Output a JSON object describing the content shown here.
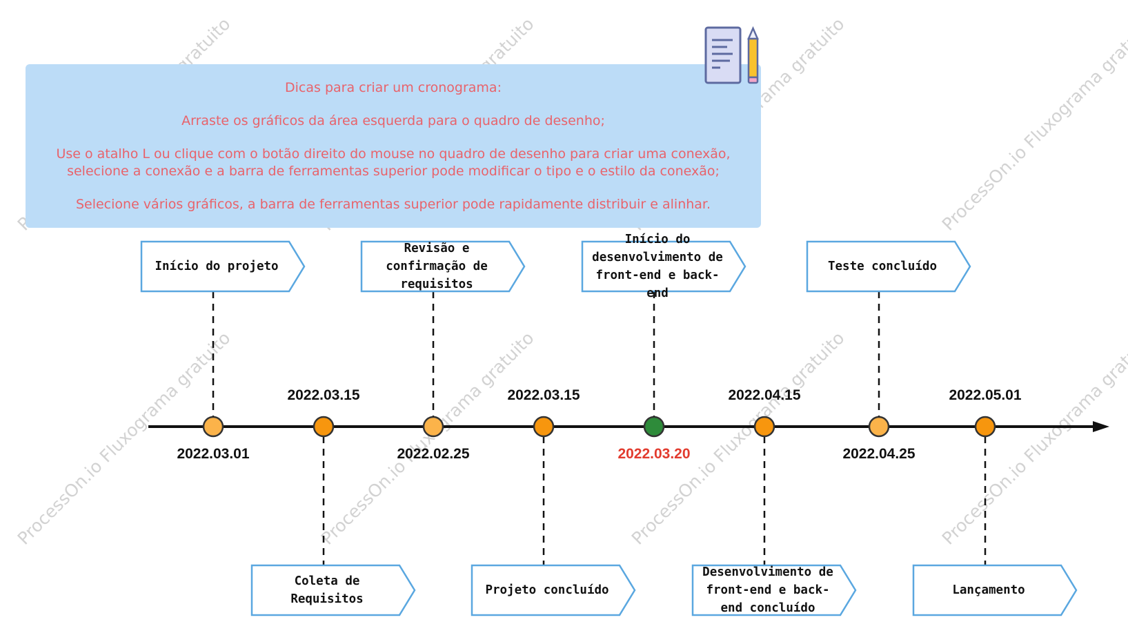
{
  "tips": {
    "title": "Dicas para criar um cronograma:",
    "line1": "Arraste os gráficos da área esquerda para o quadro de desenho;",
    "line2a": "Use o atalho L ou clique com o botão direito do mouse no quadro de desenho para criar uma conexão,",
    "line2b": "selecione a conexão e a barra de ferramentas superior pode modificar o tipo e o estilo da conexão;",
    "line3": "Selecione vários gráficos, a barra de ferramentas superior pode rapidamente distribuir e alinhar."
  },
  "watermark": {
    "text": "ProcessOn.io Fluxograma gratuito"
  },
  "colors": {
    "axis": "#111111",
    "callout_border": "#5aa7e0",
    "node_light": "#fbb34a",
    "node_orange": "#f7960e",
    "node_green": "#2e8b3a",
    "highlight_date": "#e23b2e",
    "tips_bg": "#bcdcf7",
    "tips_text": "#e8636b"
  },
  "milestones": [
    {
      "label": "Início do projeto",
      "date": "2022.03.01",
      "position": "above",
      "node": "light"
    },
    {
      "label": "Coleta de Requisitos",
      "date": "2022.03.15",
      "position": "below",
      "node": "orange"
    },
    {
      "label": "Revisão e confirmação de requisitos",
      "date": "2022.02.25",
      "position": "above",
      "node": "light"
    },
    {
      "label": "Projeto concluído",
      "date": "2022.03.15",
      "position": "below",
      "node": "orange"
    },
    {
      "label": "Início do desenvolvimento de front-end e back-end",
      "date": "2022.03.20",
      "position": "above",
      "node": "green",
      "highlight": true
    },
    {
      "label": "Desenvolvimento de front-end e back-end concluído",
      "date": "2022.04.15",
      "position": "below",
      "node": "orange"
    },
    {
      "label": "Teste concluído",
      "date": "2022.04.25",
      "position": "above",
      "node": "light"
    },
    {
      "label": "Lançamento",
      "date": "2022.05.01",
      "position": "below",
      "node": "orange"
    }
  ],
  "icons": {
    "document": "document-with-pencil-icon"
  }
}
